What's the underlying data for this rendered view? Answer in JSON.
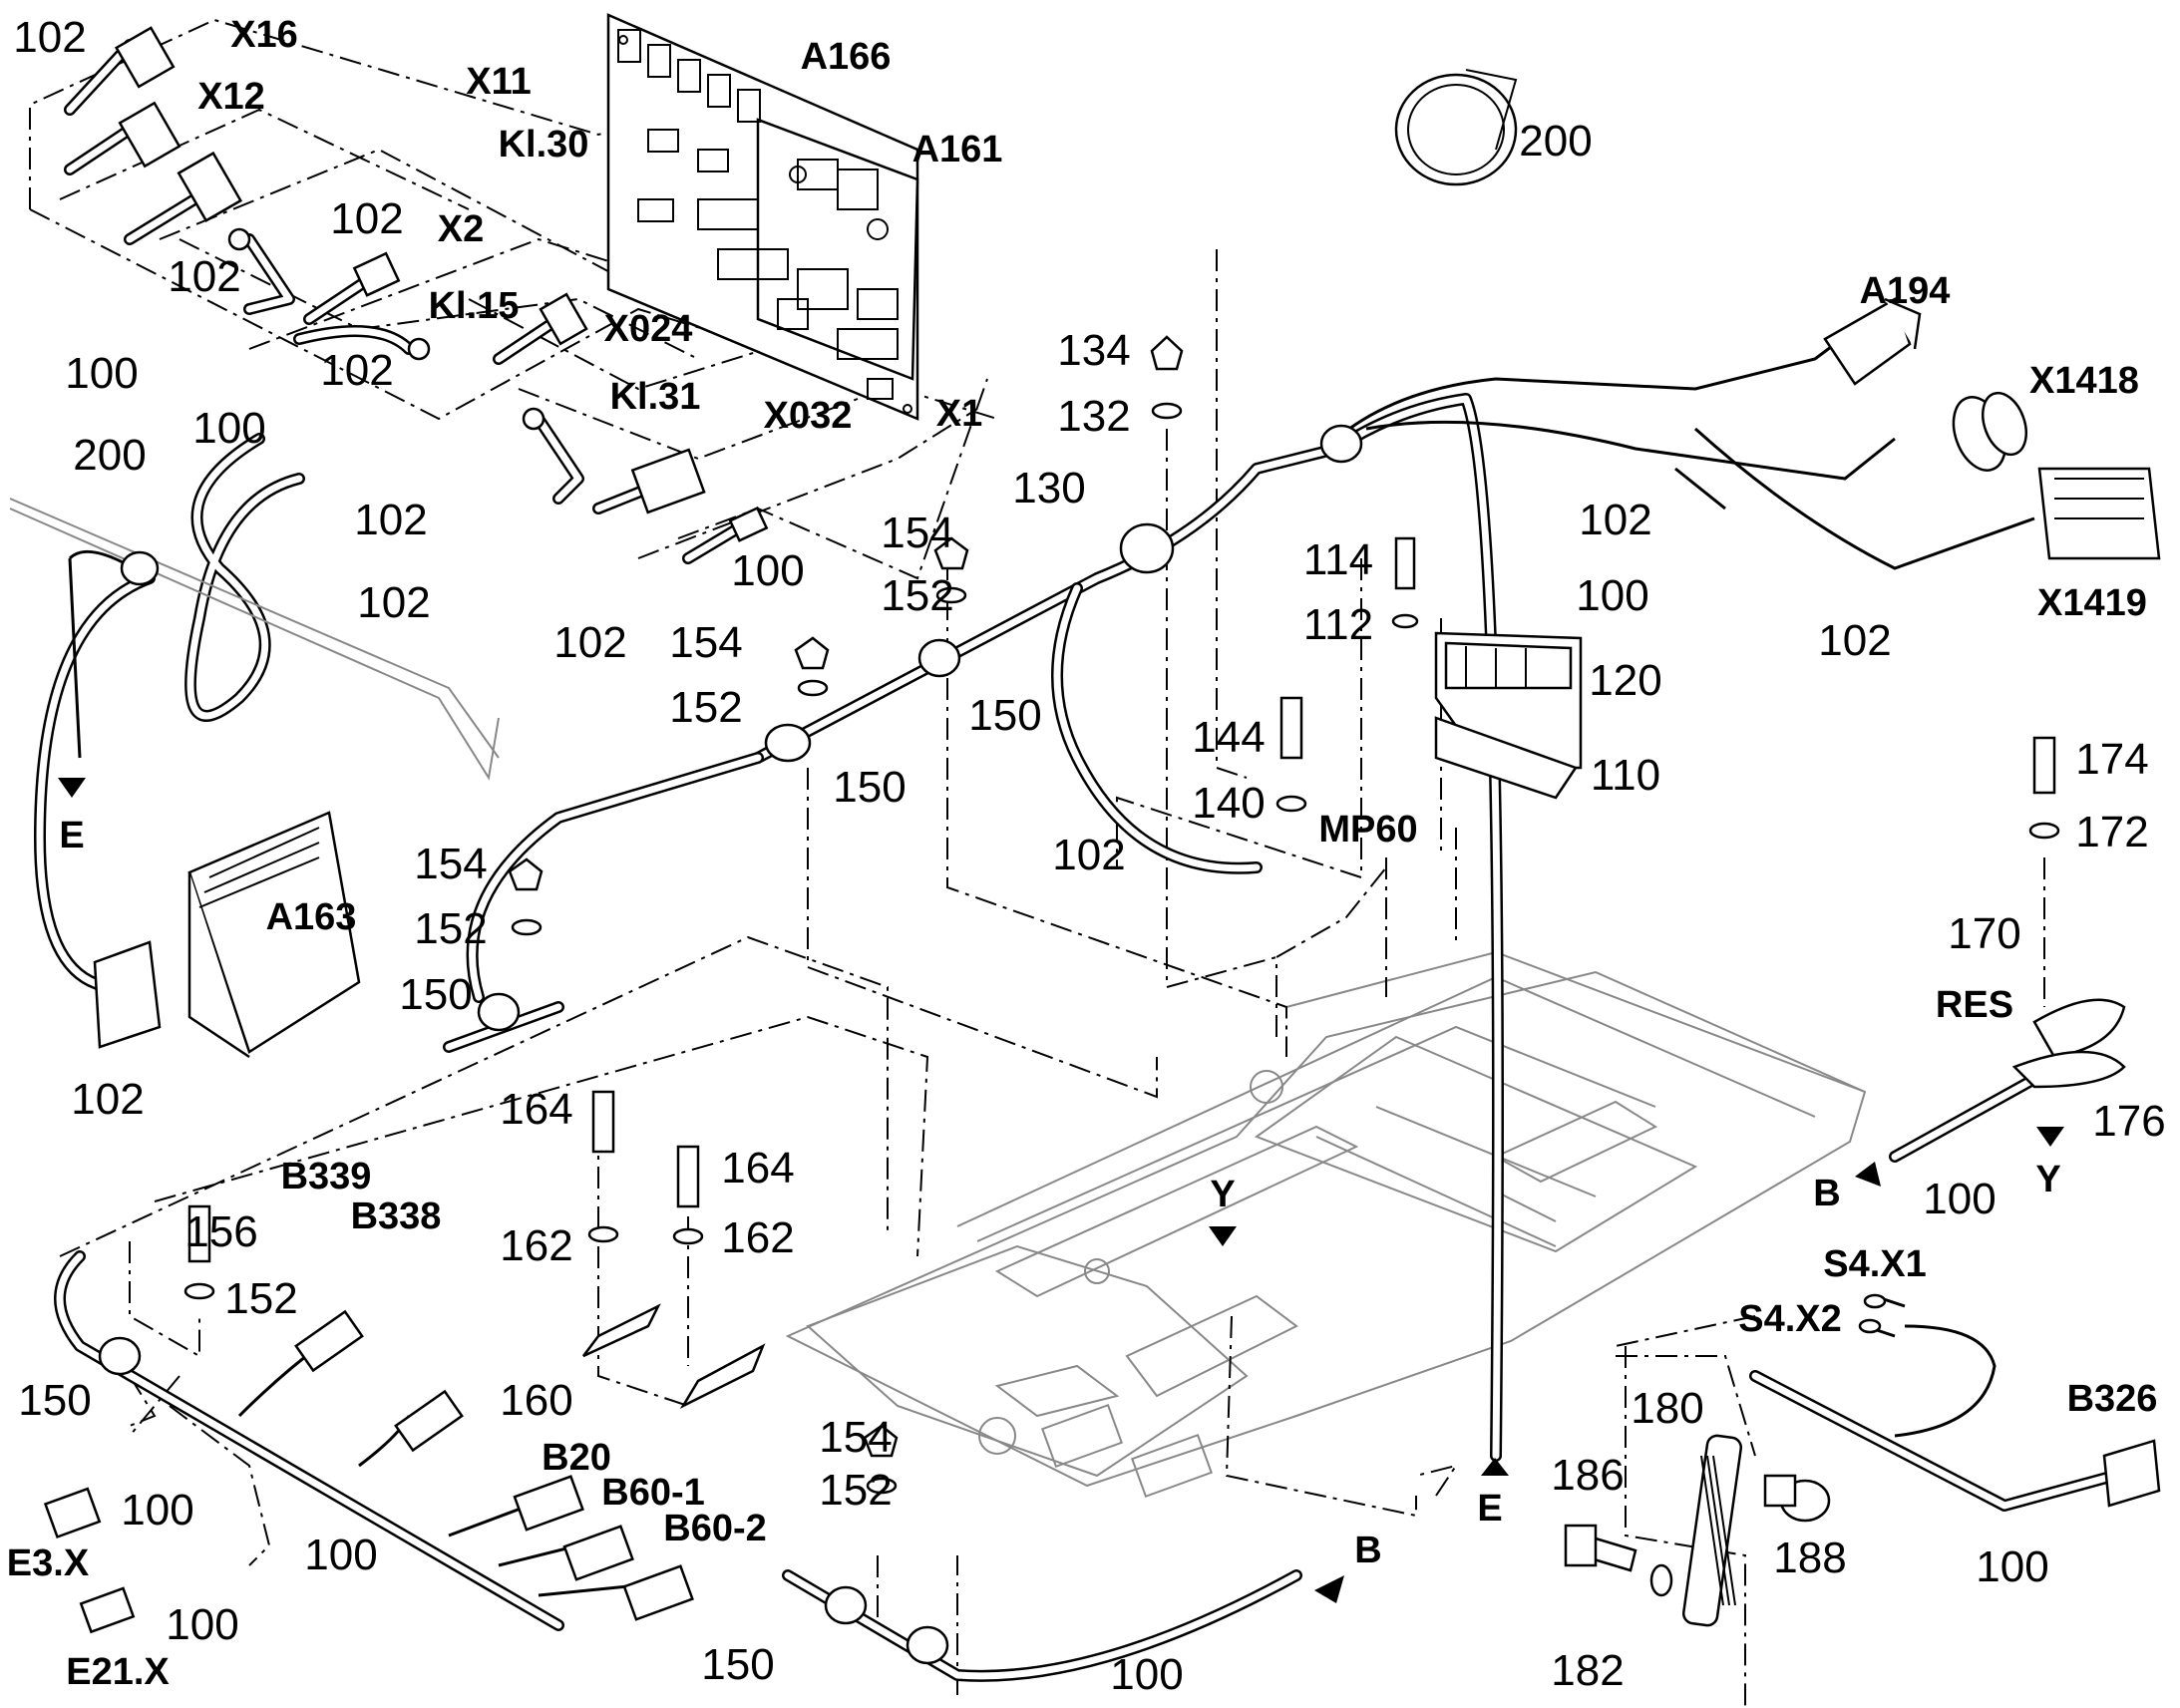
{
  "diagram": {
    "labels": {
      "102": "102",
      "100": "100",
      "200": "200",
      "110": "110",
      "112": "112",
      "114": "114",
      "120": "120",
      "130": "130",
      "132": "132",
      "134": "134",
      "140": "140",
      "144": "144",
      "150": "150",
      "152": "152",
      "154": "154",
      "156": "156",
      "160": "160",
      "162": "162",
      "164": "164",
      "170": "170",
      "172": "172",
      "174": "174",
      "176": "176",
      "180": "180",
      "182": "182",
      "186": "186",
      "188": "188"
    },
    "refs": {
      "X16": "X16",
      "X12": "X12",
      "X11": "X11",
      "A166": "A166",
      "A161": "A161",
      "Kl30": "Kl.30",
      "Kl15": "Kl.15",
      "Kl31": "Kl.31",
      "X2": "X2",
      "X024": "X024",
      "X032": "X032",
      "X1": "X1",
      "A194": "A194",
      "X1418": "X1418",
      "X1419": "X1419",
      "A163": "A163",
      "MP60": "MP60",
      "RES": "RES",
      "B339": "B339",
      "B338": "B338",
      "B20": "B20",
      "B60_1": "B60-1",
      "B60_2": "B60-2",
      "E3X": "E3.X",
      "E21X": "E21.X",
      "S4X1": "S4.X1",
      "S4X2": "S4.X2",
      "B326": "B326",
      "E": "E",
      "B": "B",
      "Y": "Y"
    }
  }
}
